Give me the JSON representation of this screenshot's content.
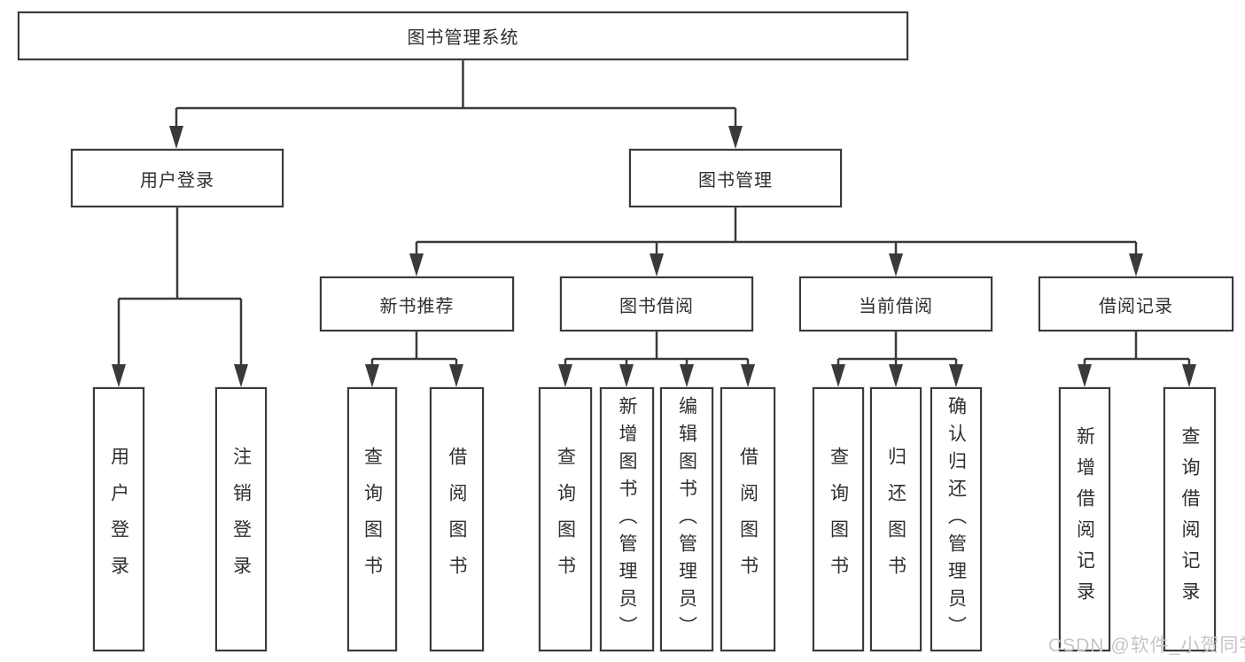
{
  "diagram": {
    "tree": {
      "title": "图书管理系统",
      "children": [
        {
          "title": "用户登录",
          "children": [
            {
              "title": "用户登录"
            },
            {
              "title": "注销登录"
            }
          ]
        },
        {
          "title": "图书管理",
          "children": [
            {
              "title": "新书推荐",
              "children": [
                {
                  "title": "查询图书"
                },
                {
                  "title": "借阅图书"
                }
              ]
            },
            {
              "title": "图书借阅",
              "children": [
                {
                  "title": "查询图书"
                },
                {
                  "title": "新增图书（管理员）"
                },
                {
                  "title": "编辑图书（管理员）"
                },
                {
                  "title": "借阅图书"
                }
              ]
            },
            {
              "title": "当前借阅",
              "children": [
                {
                  "title": "查询图书"
                },
                {
                  "title": "归还图书"
                },
                {
                  "title": "确认归还（管理员）"
                }
              ]
            },
            {
              "title": "借阅记录",
              "children": [
                {
                  "title": "新增借阅记录"
                },
                {
                  "title": "查询借阅记录"
                }
              ]
            }
          ]
        }
      ]
    },
    "watermark": "CSDN @软件_小贺同学",
    "colors": {
      "line": "#3a3a3a",
      "box_border": "#3a3a3a",
      "text": "#2f2f2f",
      "watermark": "#c6c6c6",
      "background": "#ffffff"
    }
  }
}
